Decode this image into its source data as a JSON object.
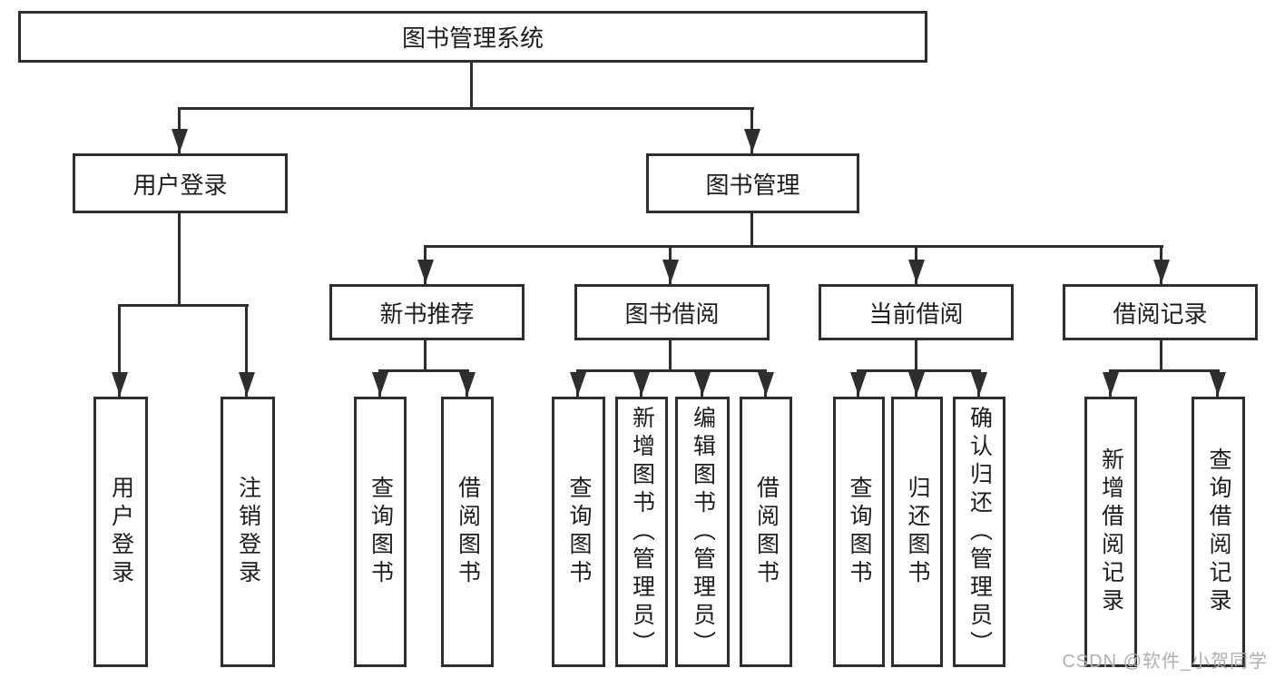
{
  "tree": {
    "root": "图书管理系统",
    "branches": [
      {
        "label": "用户登录",
        "children": [
          "用户登录",
          "注销登录"
        ]
      },
      {
        "label": "图书管理",
        "sections": [
          {
            "label": "新书推荐",
            "children": [
              "查询图书",
              "借阅图书"
            ]
          },
          {
            "label": "图书借阅",
            "children": [
              "查询图书",
              "新增图书（管理员）",
              "编辑图书（管理员）",
              "借阅图书"
            ]
          },
          {
            "label": "当前借阅",
            "children": [
              "查询图书",
              "归还图书",
              "确认归还（管理员）"
            ]
          },
          {
            "label": "借阅记录",
            "children": [
              "新增借阅记录",
              "查询借阅记录"
            ]
          }
        ]
      }
    ]
  },
  "watermark": "CSDN @软件_小贺同学",
  "colors": {
    "line": "#2e2e2e",
    "text": "#1d1d1d",
    "background": "#ffffff",
    "watermark": "#afafaf"
  }
}
